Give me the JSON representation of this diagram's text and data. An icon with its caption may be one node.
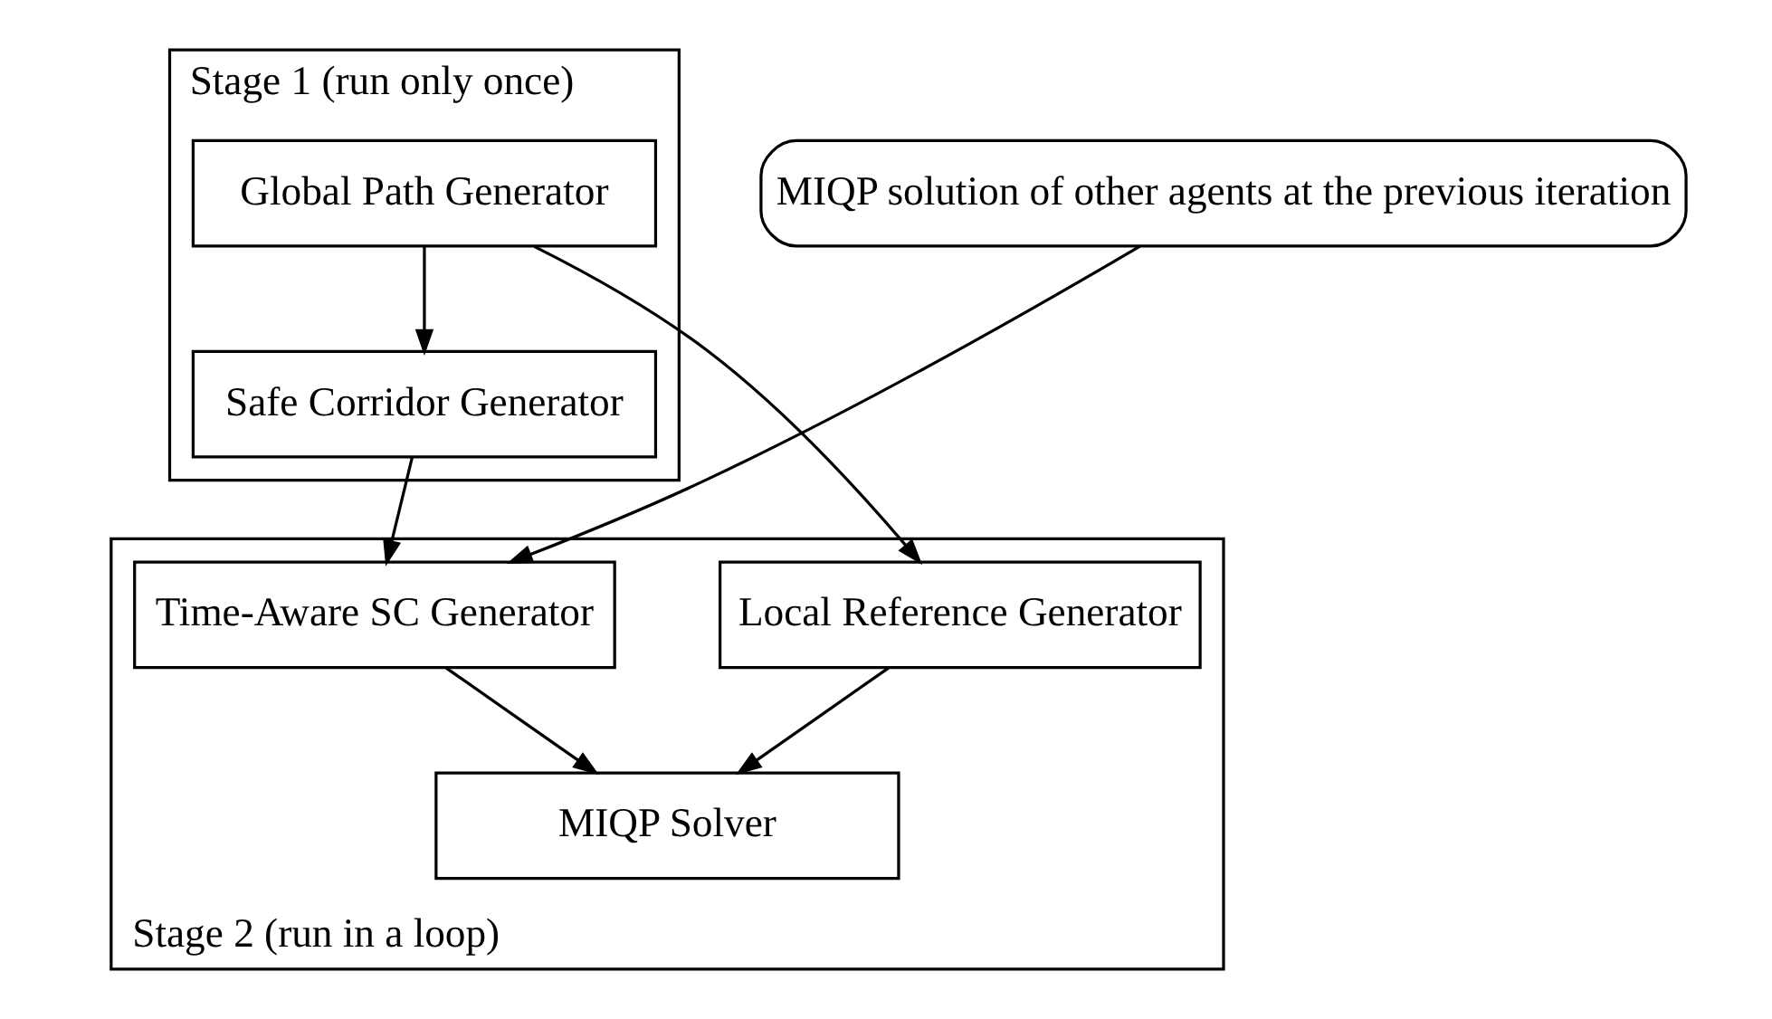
{
  "diagram": {
    "nodes": [
      {
        "text": [
          "Stage 1 (run only once)"
        ]
      },
      {
        "text": [
          "Global Path Generator"
        ],
        "in": 0
      },
      {
        "text": [
          "Safe Corridor Generator"
        ],
        "in": 0
      },
      {
        "text": [
          "Stage 2 (run in a loop)"
        ]
      },
      {
        "text": [
          "Local Reference Generator"
        ],
        "in": 3
      },
      {
        "text": [
          "Time-Aware SC Generator"
        ],
        "in": 3
      },
      {
        "text": [
          "MIQP Solver"
        ],
        "in": 3
      },
      {
        "text": [
          "MIQP solution of other agents at the previous iteration"
        ]
      }
    ],
    "edges": [
      {
        "from": 1,
        "to": 2,
        "arrow": "to"
      },
      {
        "from": 1,
        "to": 4,
        "arrow": "to"
      },
      {
        "from": 2,
        "to": 5,
        "arrow": "to"
      },
      {
        "from": 7,
        "to": 5,
        "arrow": "to"
      },
      {
        "from": 4,
        "to": 6,
        "arrow": "to"
      },
      {
        "from": 5,
        "to": 6,
        "arrow": "to"
      }
    ]
  }
}
